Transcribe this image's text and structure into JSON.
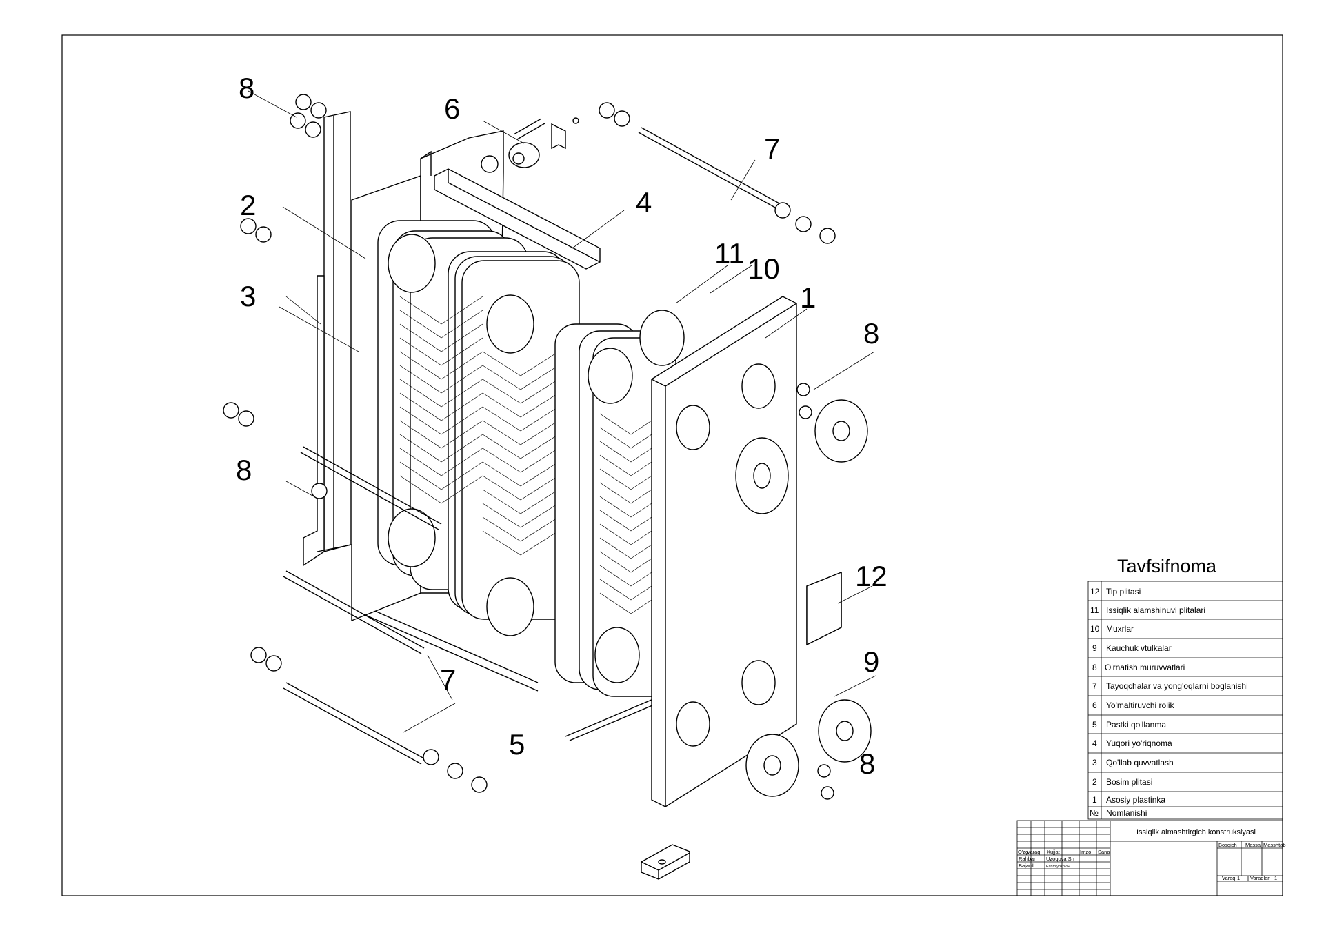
{
  "drawing": {
    "callouts": [
      {
        "id": "c8a",
        "text": "8"
      },
      {
        "id": "c6",
        "text": "6"
      },
      {
        "id": "c7a",
        "text": "7"
      },
      {
        "id": "c2",
        "text": "2"
      },
      {
        "id": "c4",
        "text": "4"
      },
      {
        "id": "c11",
        "text": "11"
      },
      {
        "id": "c10",
        "text": "10"
      },
      {
        "id": "c1",
        "text": "1"
      },
      {
        "id": "c3",
        "text": "3"
      },
      {
        "id": "c8b",
        "text": "8"
      },
      {
        "id": "c8c",
        "text": "8"
      },
      {
        "id": "c12",
        "text": "12"
      },
      {
        "id": "c9",
        "text": "9"
      },
      {
        "id": "c7b",
        "text": "7"
      },
      {
        "id": "c5",
        "text": "5"
      },
      {
        "id": "c8d",
        "text": "8"
      }
    ]
  },
  "specification": {
    "title": "Tavfsifnoma",
    "rows": [
      {
        "no": "12",
        "name": "Tip plitasi"
      },
      {
        "no": "11",
        "name": "Issiqlik alamshinuvi plitalari"
      },
      {
        "no": "10",
        "name": "Muxrlar"
      },
      {
        "no": "9",
        "name": "Kauchuk vtulkalar"
      },
      {
        "no": "8",
        "name": "O'rnatish muruvvatlari"
      },
      {
        "no": "7",
        "name": "Tayoqchalar va yong'oqlarni boglanishi"
      },
      {
        "no": "6",
        "name": "Yo'maltiruvchi rolik"
      },
      {
        "no": "5",
        "name": "Pastki qo'llanma"
      },
      {
        "no": "4",
        "name": "Yuqori yo'riqnoma"
      },
      {
        "no": "3",
        "name": "Qo'llab quvvatlash"
      },
      {
        "no": "2",
        "name": "Bosim plitasi"
      },
      {
        "no": "1",
        "name": "Asosiy plastinka"
      }
    ],
    "header": {
      "no": "№",
      "name": "Nomlanishi"
    }
  },
  "title_block": {
    "title": "Issiqlik almashtirgich konstruksiyasi",
    "col_izm": "O'zg",
    "col_varaq": "Varaq",
    "col_hujjat": "Xujjat",
    "col_imzo": "Imzo",
    "col_sana": "Sana",
    "rahbar_label": "Rahbar",
    "rahbar_name": "Uzoqova Sh",
    "bajardi_label": "Bajardi",
    "bajardi_name": "Eshmiyozov P",
    "bosqich": "Bosqich",
    "massa": "Massa",
    "masshtab": "Masshtab",
    "varaq": "Varaq",
    "varaq_no": "1",
    "varaqlar": "Varaqlar",
    "varaqlar_no": "1"
  }
}
